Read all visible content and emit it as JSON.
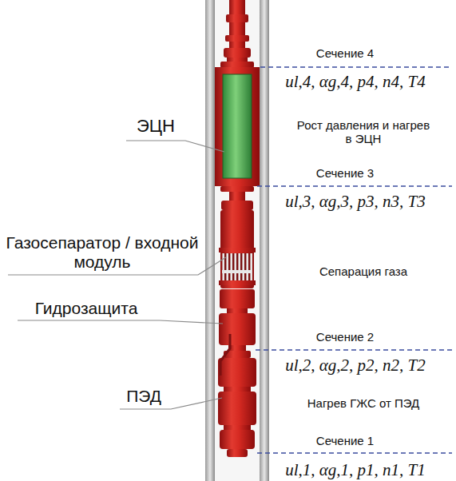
{
  "diagram": {
    "labels": [
      "Сечение 4",
      "ul,4, αg,4, p4, n4, T4",
      "Рост давления и нагрев в ЭЦН",
      "Сечение 3",
      "ul,3, αg,3, p3, n3, T3",
      "Сепарация газа",
      "Сечение 2",
      "ul,2, αg,2, p2, n2, T2",
      "Нагрев ГЖС от ПЭД",
      "Сечение 1",
      "ul,1, αg,1, p1, n1, T1",
      "ЭЦН",
      "Газосепаратор / входной модуль",
      "Гидрозащита",
      "ПЭД"
    ]
  }
}
